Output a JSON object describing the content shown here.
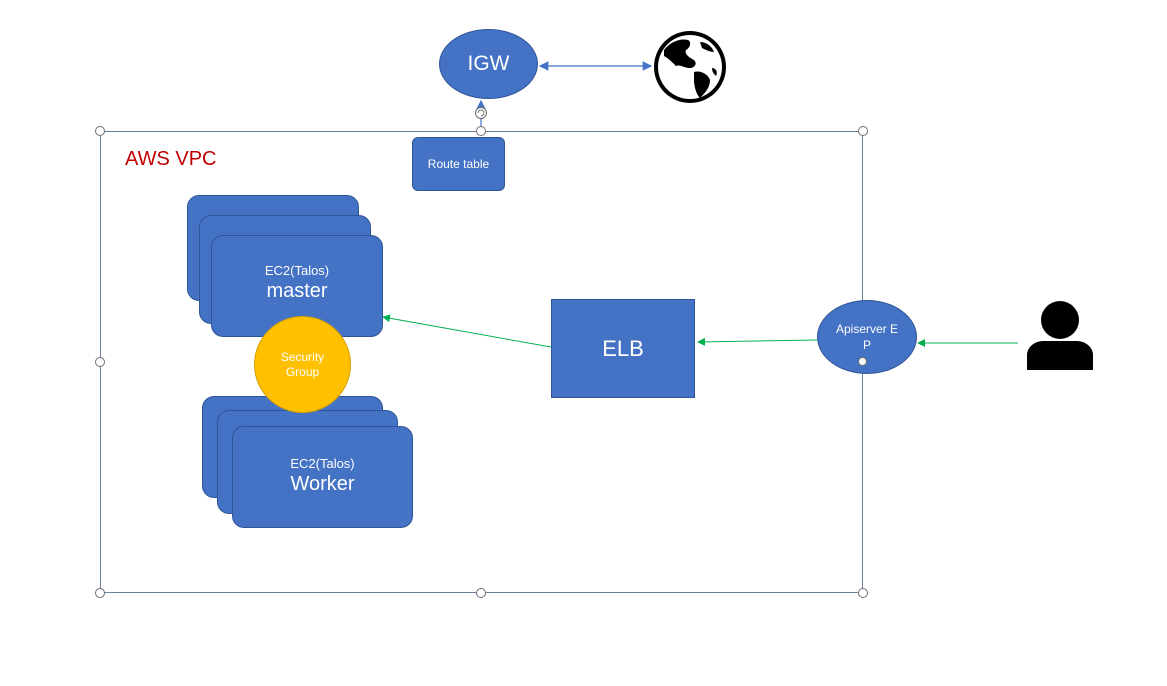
{
  "vpc": {
    "label": "AWS VPC"
  },
  "igw": {
    "label": "IGW"
  },
  "route_table": {
    "label": "Route table"
  },
  "master": {
    "type": "EC2(Talos)",
    "role": "master"
  },
  "worker": {
    "type": "EC2(Talos)",
    "role": "Worker"
  },
  "security_group": {
    "label": "Security Group"
  },
  "elb": {
    "label": "ELB"
  },
  "api_endpoint": {
    "label": "Apiserver EP"
  },
  "icons": {
    "internet": "globe-icon",
    "user": "person-icon"
  },
  "colors": {
    "node_fill": "#4472c4",
    "security_group_fill": "#ffc000",
    "vpc_label": "#c00000",
    "traffic_arrow": "#00b050",
    "igw_link": "#4472c4"
  }
}
